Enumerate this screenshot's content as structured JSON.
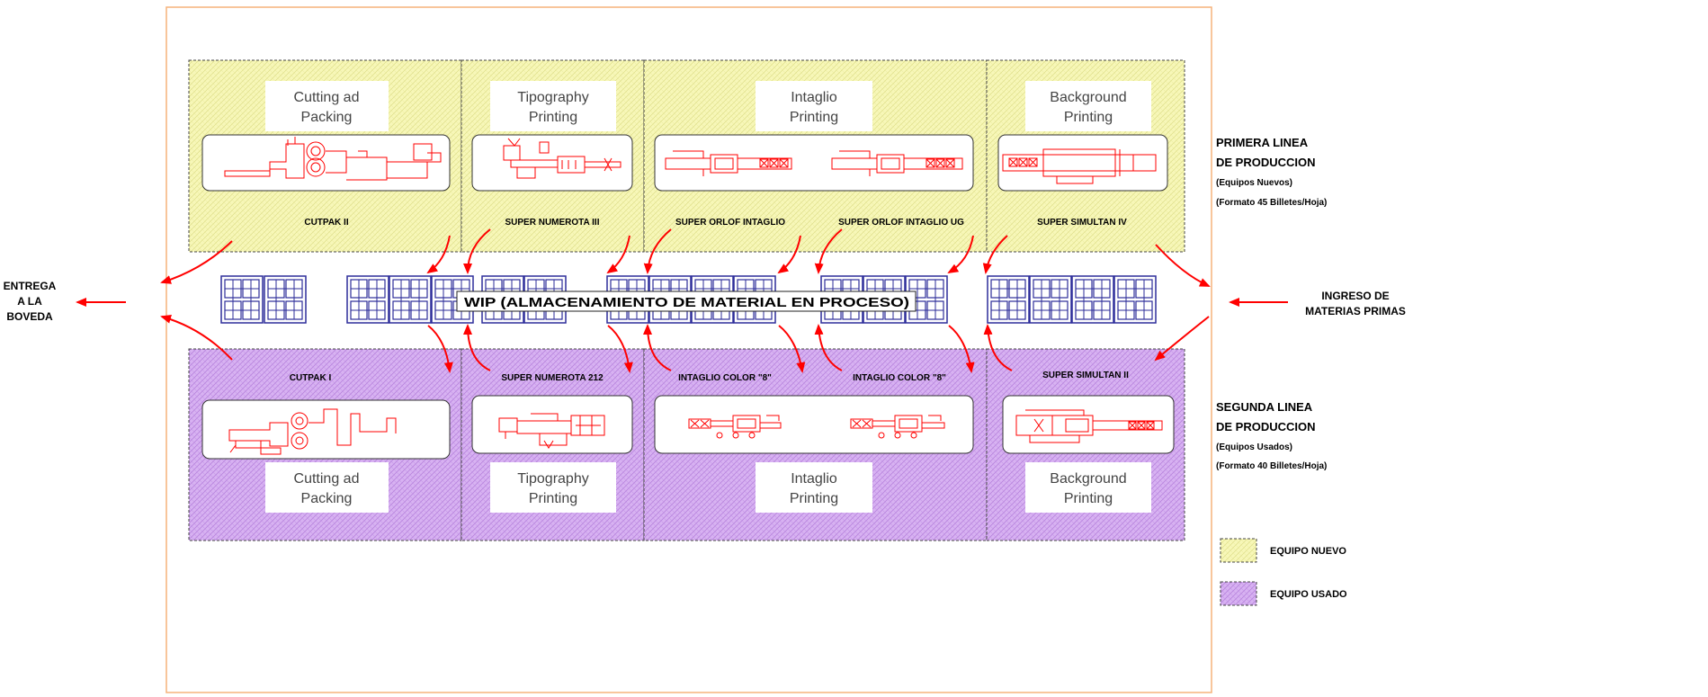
{
  "outside": {
    "left_label": [
      "ENTREGA",
      "A LA",
      "BOVEDA"
    ],
    "right_label": [
      "INGRESO DE",
      "MATERIAS PRIMAS"
    ]
  },
  "wip_label": "WIP (ALMACENAMIENTO DE MATERIAL EN PROCESO)",
  "first_line": {
    "title": [
      "PRIMERA LINEA",
      "DE PRODUCCION"
    ],
    "details": [
      "(Equipos Nuevos)",
      "(Formato 45 Billetes/Hoja)"
    ],
    "sections": [
      {
        "heading": [
          "Cutting ad",
          "Packing"
        ],
        "machines": [
          "CUTPAK II"
        ]
      },
      {
        "heading": [
          "Tipography",
          "Printing"
        ],
        "machines": [
          "SUPER NUMEROTA III"
        ]
      },
      {
        "heading": [
          "Intaglio",
          "Printing"
        ],
        "machines": [
          "SUPER ORLOF INTAGLIO",
          "SUPER ORLOF INTAGLIO UG"
        ]
      },
      {
        "heading": [
          "Background",
          "Printing"
        ],
        "machines": [
          "SUPER SIMULTAN IV"
        ]
      }
    ]
  },
  "second_line": {
    "title": [
      "SEGUNDA LINEA",
      "DE PRODUCCION"
    ],
    "details": [
      "(Equipos Usados)",
      "(Formato 40 Billetes/Hoja)"
    ],
    "sections": [
      {
        "heading": [
          "Cutting ad",
          "Packing"
        ],
        "machines": [
          "CUTPAK I"
        ]
      },
      {
        "heading": [
          "Tipography",
          "Printing"
        ],
        "machines": [
          "SUPER NUMEROTA 212"
        ]
      },
      {
        "heading": [
          "Intaglio",
          "Printing"
        ],
        "machines": [
          "INTAGLIO COLOR \"8\"",
          "INTAGLIO COLOR \"8\""
        ]
      },
      {
        "heading": [
          "Background",
          "Printing"
        ],
        "machines": [
          "SUPER SIMULTAN II"
        ]
      }
    ]
  },
  "legend": {
    "new": "EQUIPO NUEVO",
    "used": "EQUIPO USADO"
  },
  "colors": {
    "new_fill": "#f7f7b8",
    "used_fill": "#d3a9f0",
    "arrow": "#ff0000",
    "wip": "#2d2d9a",
    "frame": "#f5b27a"
  }
}
